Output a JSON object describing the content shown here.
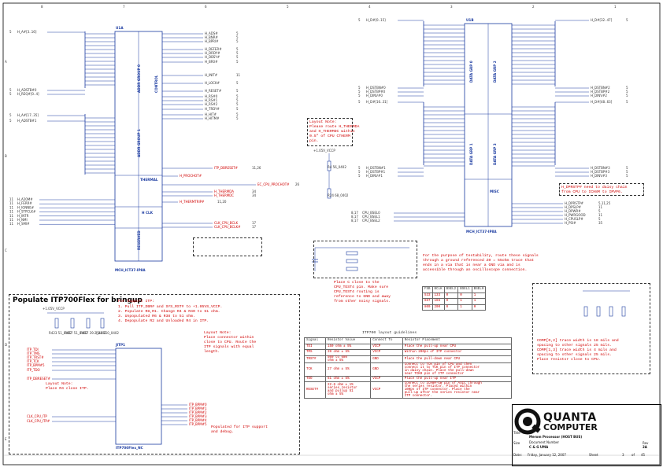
{
  "sheet": {
    "border_marks_top": [
      "8",
      "7",
      "6",
      "5",
      "4",
      "3",
      "2",
      "1"
    ],
    "border_marks_side": [
      "A",
      "B",
      "C",
      "D",
      "E"
    ]
  },
  "u_left": {
    "ref": "U1A",
    "part": "MCH_ICT37-IP8A",
    "block_labels": [
      "ADDR GROUP 0",
      "ADDR GROUP 1",
      "CONTROL",
      "THERMAL",
      "H CLK",
      "RESERVED"
    ],
    "bus_in": [
      {
        "idx": "5",
        "net": "H_A#[3..16]"
      },
      {
        "idx": "5",
        "net": "H_ADSTB#0"
      },
      {
        "idx": "5",
        "net": "H_REQ#[0..4]"
      },
      {
        "idx": "5",
        "net": "H_A#[17..35]"
      },
      {
        "idx": "5",
        "net": "H_ADSTB#1"
      }
    ],
    "left_signals": [
      {
        "idx": "11",
        "net": "H_A20M#"
      },
      {
        "idx": "11",
        "net": "H_FERR#"
      },
      {
        "idx": "11",
        "net": "H_IGNNE#"
      },
      {
        "idx": "11",
        "net": "H_STPCLK#"
      },
      {
        "idx": "11",
        "net": "H_INTR"
      },
      {
        "idx": "11",
        "net": "H_NMI"
      },
      {
        "idx": "11",
        "net": "H_SMI#"
      }
    ],
    "right_outputs": [
      {
        "net": "H_ADS#",
        "idx": "5"
      },
      {
        "net": "H_BNR#",
        "idx": "5"
      },
      {
        "net": "H_BPRI#",
        "idx": "5"
      },
      {
        "net": "H_DEFER#",
        "idx": "5"
      },
      {
        "net": "H_DRDY#",
        "idx": "5"
      },
      {
        "net": "H_DBSY#",
        "idx": "5"
      },
      {
        "net": "H_BR0#",
        "idx": "5"
      },
      {
        "net": "H_INIT#",
        "idx": "11"
      },
      {
        "net": "H_LOCK#",
        "idx": "5"
      },
      {
        "net": "H_RESET#",
        "idx": "5"
      },
      {
        "net": "H_RS#0",
        "idx": "5"
      },
      {
        "net": "H_RS#1",
        "idx": "5"
      },
      {
        "net": "H_RS#2",
        "idx": "5"
      },
      {
        "net": "H_TRDY#",
        "idx": "5"
      },
      {
        "net": "H_HIT#",
        "idx": "5"
      },
      {
        "net": "H_HITM#",
        "idx": "5"
      }
    ],
    "thermal_nets": [
      {
        "net": "ITP_DBRESET#",
        "idx": "11,26"
      },
      {
        "net": "H_PROCHOT#",
        "idx": ""
      },
      {
        "net": "EC_CPU_PROCHOT#",
        "idx": "26"
      },
      {
        "net": "H_THERMDA",
        "idx": "34"
      },
      {
        "net": "H_THERMDC",
        "idx": "34"
      },
      {
        "net": "H_THERMTRIP#",
        "idx": "11,20"
      },
      {
        "net": "CLK_CPU_BCLK",
        "idx": "17"
      },
      {
        "net": "CLK_CPU_BCLK#",
        "idx": "17"
      }
    ],
    "rail": "+1.05V_VCCP",
    "ierr_res": "R4 56_0402",
    "th_res": "R24 68_0402"
  },
  "u_right": {
    "ref": "U1B",
    "part": "MCH_ICT37-IP8A",
    "block_labels": [
      "DATA GRP 0",
      "DATA GRP 1",
      "DATA GRP 2",
      "DATA GRP 3",
      "MISC"
    ],
    "bus_in": [
      {
        "idx": "5",
        "net": "H_D#[0..15]"
      },
      {
        "idx": "5",
        "net": "H_DSTBN#0"
      },
      {
        "idx": "5",
        "net": "H_DSTBP#0"
      },
      {
        "idx": "5",
        "net": "H_DINV#0"
      },
      {
        "idx": "5",
        "net": "H_D#[16..31]"
      },
      {
        "idx": "5",
        "net": "H_DSTBN#1"
      },
      {
        "idx": "5",
        "net": "H_DSTBP#1"
      },
      {
        "idx": "5",
        "net": "H_DINV#1"
      }
    ],
    "bus_out": [
      {
        "net": "H_D#[32..47]",
        "idx": "5"
      },
      {
        "net": "H_DSTBN#2",
        "idx": "5"
      },
      {
        "net": "H_DSTBP#2",
        "idx": "5"
      },
      {
        "net": "H_DINV#2",
        "idx": "5"
      },
      {
        "net": "H_D#[48..63]",
        "idx": "5"
      },
      {
        "net": "H_DSTBN#3",
        "idx": "5"
      },
      {
        "net": "H_DSTBP#3",
        "idx": "5"
      },
      {
        "net": "H_DINV#3",
        "idx": "5"
      }
    ],
    "misc_nets": [
      {
        "net": "H_DPRSTP#",
        "idx": "5,11,25"
      },
      {
        "net": "H_DPSLP#",
        "idx": "11"
      },
      {
        "net": "H_DPWR#",
        "idx": "5"
      },
      {
        "net": "H_PWRGOOD",
        "idx": "11"
      },
      {
        "net": "H_CPUSLP#",
        "idx": "5"
      },
      {
        "net": "H_PSI#",
        "idx": "35"
      }
    ],
    "bsel_nets": [
      {
        "idx": "8,17",
        "net": "CPU_BSEL0"
      },
      {
        "idx": "8,17",
        "net": "CPU_BSEL1"
      },
      {
        "idx": "8,17",
        "net": "CPU_BSEL2"
      }
    ]
  },
  "notes": {
    "layout_note": "Layout Note:\nPlease route H_THERMDA\nand H_THERMDC within\n0.5\" of CPU CTHERM\npin.",
    "test_note": "For the purpose of testability, route these signals\nthrough a ground referenced Z0 = 55ohm trace that\nends in a via that is near a GND via and is\naccessible through an oscilloscope connection.",
    "test5_note": "Place C close to the\nCPU_TEST4 pin. Make sure\nCPU_TEST4 routing is\nreference to GND and away\nfrom other noisy signals.",
    "dprstp_note": "H_DPRSTP# need to daisy chain\nfrom CPU to ICH8M to IMVP6.",
    "comp_note": "COMP[0,2] trace width is 18 mils and\nspacing to other signals 25 mils.\nCOMP[1,3] trace width is 4 mils and\nspacing to other signals 25 mils.\nPlace resistor close to CPU.",
    "itp_note_title": "For Support ITP:",
    "itp_note": "1. Pull ITP_DBR# and SYS_RST# to +1.05VS_VCCP.\n2. Populate R8,R1. Change R4 & R40 to 51 ohm.\n3. Unpopulated R6 & R38 to 51 ohm.\n4. Depopulate R2 and Unloaded R4 in ITP.",
    "layout_note2": "Layout Note:\nPlace connector within\nclose to CPU. Route the\nITP signals with equal\nlength.",
    "rst_note": "Layout Note:\nPlace R4 close ITP.",
    "debug_note": "Populated for ITP support\nand debug.",
    "guidelines_title": "ITP700 layout guidelines"
  },
  "itp_section": {
    "title": "Populate ITP700Flex for bringup",
    "connector": "ITP700Flex_NC",
    "ref": "JITP1",
    "rail": "+1.05V_VCCP",
    "left_nets": [
      "ITP_TDI",
      "ITP_TMS",
      "ITP_TRST#",
      "ITP_TCK",
      "ITP_BPM#5",
      "ITP_TDO",
      "ITP_DBRESET#",
      "CLK_CPU_ITP",
      "CLK_CPU_ITP#"
    ],
    "right_nets": [
      "ITP_BPM#0",
      "ITP_BPM#1",
      "ITP_BPM#2",
      "ITP_BPM#3",
      "ITP_BPM#4",
      "ITP_BPM#5"
    ],
    "resistors": [
      "R423 51_0402",
      "R417 51_0402",
      "R417 39.2_0402",
      "R22 150_0402"
    ]
  },
  "bsel_table": {
    "headers": [
      "FSB",
      "BCLK",
      "BSEL2",
      "BSEL1",
      "BSEL0"
    ],
    "rows": [
      [
        "533",
        "133",
        "0",
        "0",
        "1"
      ],
      [
        "667",
        "166",
        "0",
        "1",
        "1"
      ],
      [
        "800",
        "200",
        "0",
        "1",
        "0"
      ]
    ]
  },
  "guidelines_table": {
    "headers": [
      "Signal",
      "Resistor Value",
      "Connect To",
      "Resistor Placement"
    ],
    "rows": [
      [
        "TDI",
        "150 ohm ± 5%",
        "VCCP",
        "Place the pull-up near CPU"
      ],
      [
        "TMS",
        "39 ohm ± 5%",
        "VCCP",
        "Within 200ps of ITP connector"
      ],
      [
        "TRST#",
        "500 to 680\nohm ± 5%",
        "GND",
        "Place the pull-down near CPU"
      ],
      [
        "TCK",
        "27 ohm ± 5%",
        "GND",
        "Connect to TCK pin of CPU and then\nconnect it to TCK pin of ITP connector\nin daisy chain. Place the pull-down\nnear TCK0 pin of ITP connector"
      ],
      [
        "TDO",
        "51 ohm ± 5%",
        "VCCP",
        "Place the pull-up near ITP"
      ],
      [
        "RESET#",
        "22.6 ohm ± 1%\nseries resistor\nand pullup 51\nohm ± 5%",
        "VCCP",
        "Connect to ICH8M-GW pin of ASIC through\nthe series resistor. Placed within\n100ps of ITP connector. Place the\npull-up after the series resistor near\nITP connector."
      ]
    ]
  },
  "title_block": {
    "company": "QUANTA",
    "company_sub": "COMPUTER",
    "title_label": "Title",
    "title": "Merom Processor (HOST BUS)",
    "doc_label": "Document Number",
    "doc": "C & G UMA",
    "rev_label": "Rev",
    "rev": "2A",
    "size_label": "Size",
    "date_label": "Date:",
    "date": "Friday, January 12, 2007",
    "sheet_label": "Sheet",
    "sheet": "3",
    "of_label": "of",
    "of": "45"
  },
  "colors": {
    "wire": "#1a3aa0",
    "net": "#d00000",
    "text": "#333333",
    "border": "#000000"
  }
}
